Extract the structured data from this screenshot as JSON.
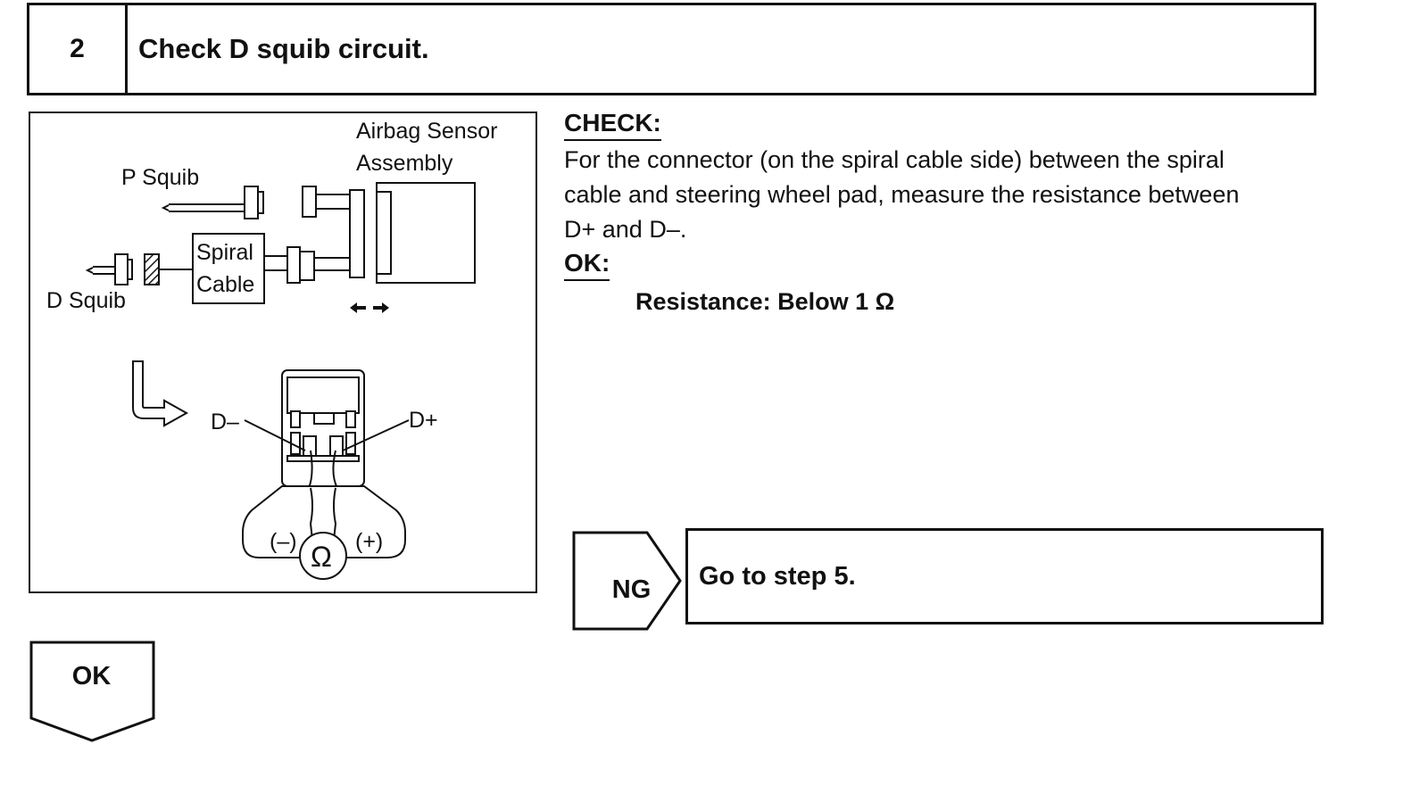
{
  "step": {
    "number": "2",
    "title": "Check D squib circuit."
  },
  "figure": {
    "labels": {
      "airbag_sensor_line1": "Airbag Sensor",
      "airbag_sensor_line2": "Assembly",
      "p_squib": "P Squib",
      "d_squib": "D Squib",
      "spiral_line1": "Spiral",
      "spiral_line2": "Cable",
      "d_minus": "D–",
      "d_plus": "D+",
      "minus_probe": "(–)",
      "plus_probe": "(+)",
      "ohm_symbol": "Ω"
    }
  },
  "check": {
    "heading": "CHECK:",
    "lines": [
      "For the connector (on the spiral cable side) between the spiral",
      "cable and steering wheel pad, measure the resistance between",
      "D+ and D–."
    ]
  },
  "ok_spec": {
    "heading": "OK:",
    "text": "Resistance: Below 1 Ω"
  },
  "ng": {
    "label": "NG",
    "result": "Go to step 5."
  },
  "ok_flow": {
    "label": "OK"
  }
}
